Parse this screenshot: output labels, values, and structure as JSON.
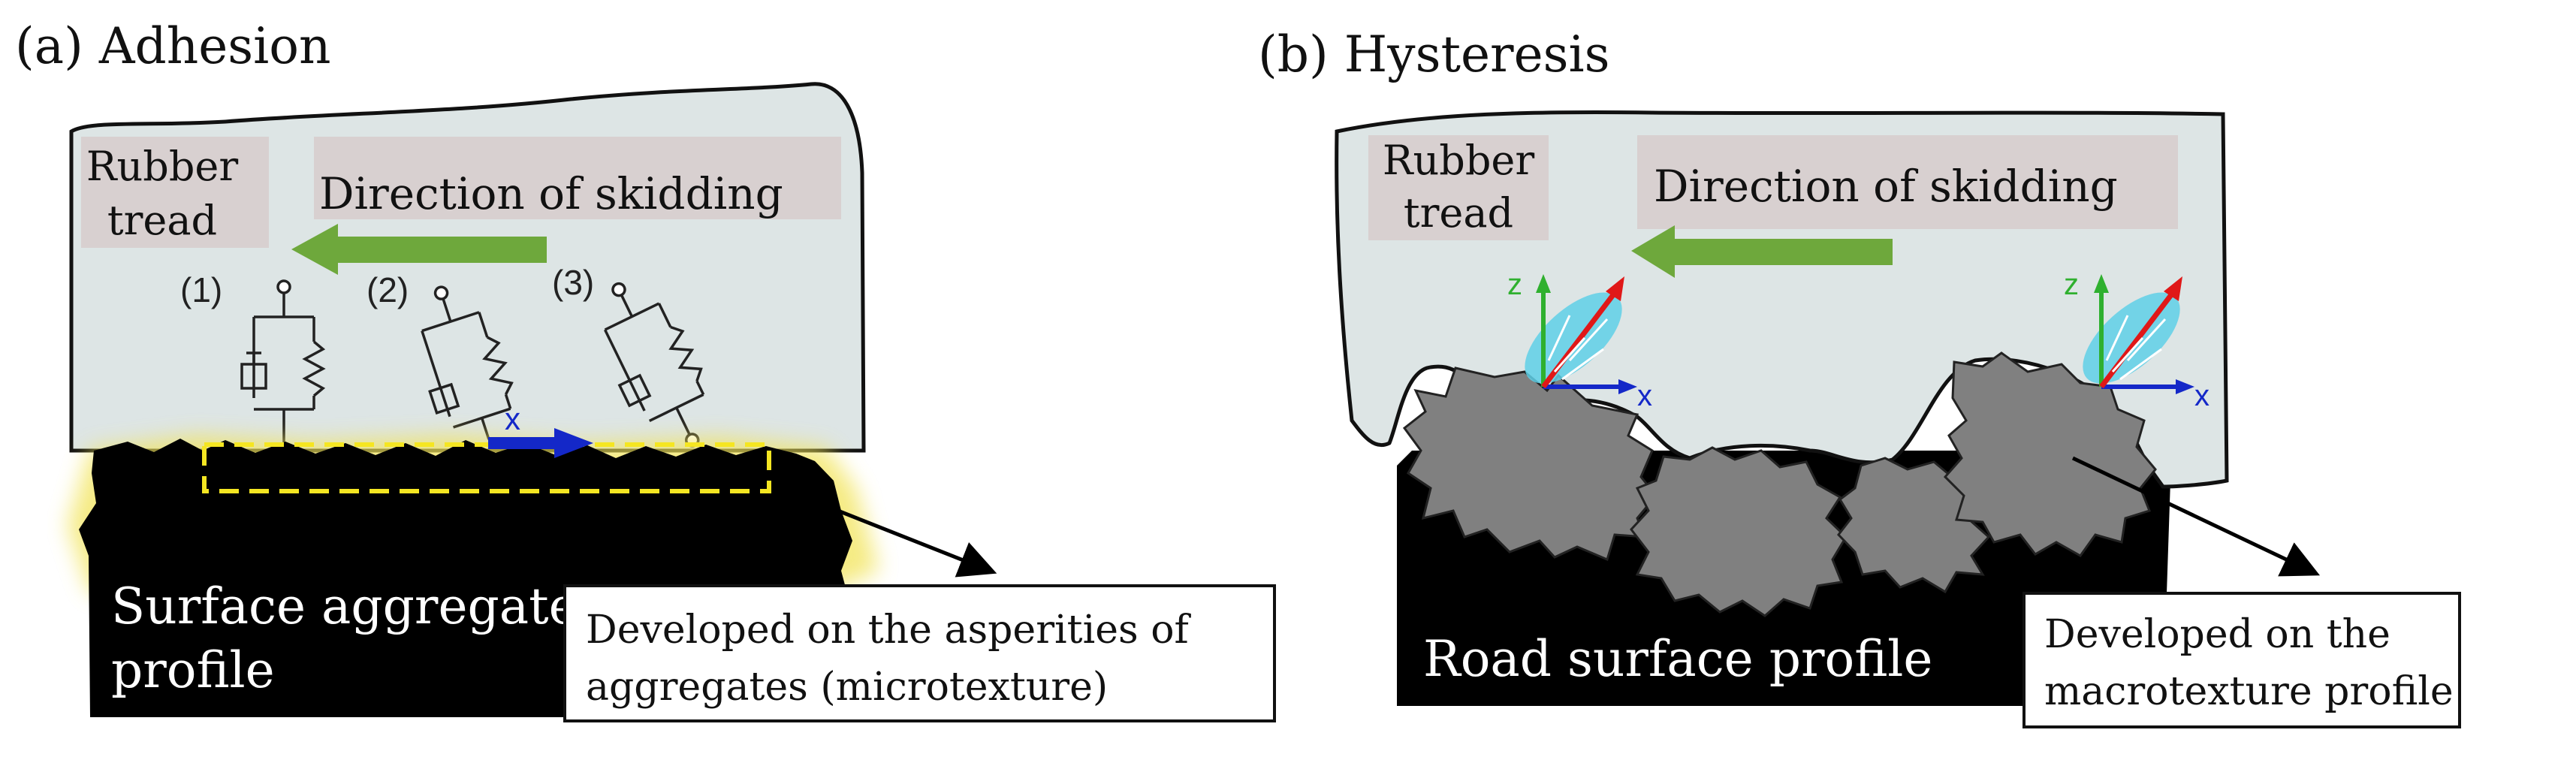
{
  "panel_a": {
    "title": "(a) Adhesion",
    "rubber_label_1": "Rubber",
    "rubber_label_2": "tread",
    "direction_label": "Direction of skidding",
    "element_1": "(1)",
    "element_2": "(2)",
    "element_3": "(3)",
    "axis_x": "x",
    "aggregate_label_1": "Surface aggregate",
    "aggregate_label_2": "profile",
    "callout_1": "Developed on the asperities of",
    "callout_2": "aggregates (microtexture)"
  },
  "panel_b": {
    "title": "(b) Hysteresis",
    "rubber_label_1": "Rubber",
    "rubber_label_2": "tread",
    "direction_label": "Direction of skidding",
    "axis_z": "z",
    "axis_x": "x",
    "road_label": "Road surface profile",
    "callout_1": "Developed on the",
    "callout_2": "macrotexture profile"
  },
  "colors": {
    "rubber_fill": "#dde5e5",
    "label_box": "#d8d0d0",
    "arrow_green": "#6ea83c",
    "road_black": "#000000",
    "aggregate_gray": "#808080",
    "glow_yellow": "#f2e45a",
    "dash_yellow": "#f5e622",
    "axis_blue": "#1428c8",
    "axis_green": "#2fb02f",
    "force_red": "#e01818",
    "ellipse_cyan": "#5fd0e8"
  }
}
